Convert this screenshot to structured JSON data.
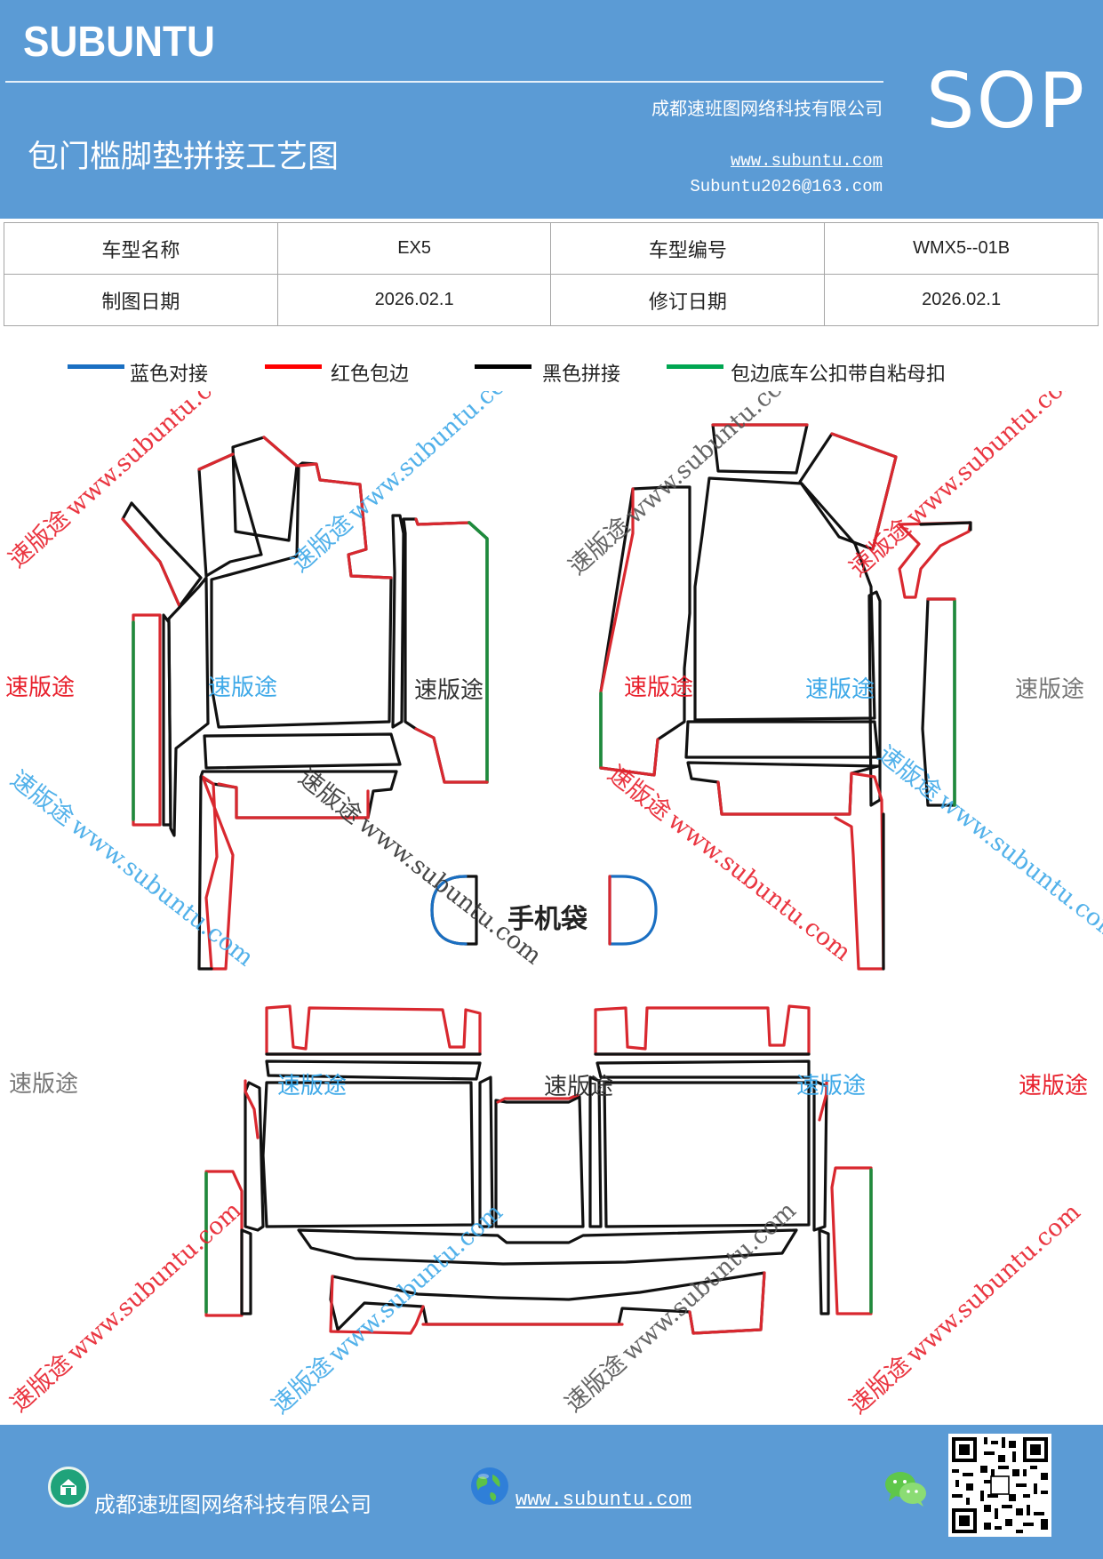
{
  "header": {
    "brand": "SUBUNTU",
    "company": "成都速班图网络科技有限公司",
    "title": "包门槛脚垫拼接工艺图",
    "website": "www.subuntu.com",
    "email": "Subuntu2026@163.com",
    "badge": "SOP"
  },
  "info": {
    "model_name_label": "车型名称",
    "model_name": "EX5",
    "model_code_label": "车型编号",
    "model_code": "WMX5--01B",
    "draw_date_label": "制图日期",
    "draw_date": "2026.02.1",
    "revise_date_label": "修订日期",
    "revise_date": "2026.02.1"
  },
  "legend": [
    {
      "label": "蓝色对接",
      "color": "#1a6fc2"
    },
    {
      "label": "红色包边",
      "color": "#ff0000"
    },
    {
      "label": "黑色拼接",
      "color": "#000000"
    },
    {
      "label": "包边底车公扣带自粘母扣",
      "color": "#00a651"
    }
  ],
  "drawing": {
    "phone_pocket_label": "手机袋",
    "watermark_cn": "速版途",
    "watermark_url": "www.subuntu.com",
    "outline_colors": {
      "black": "#111111",
      "red": "#d9282f",
      "green": "#1e8a3c",
      "blue": "#1a6fc2"
    }
  },
  "footer": {
    "company": "成都速班图网络科技有限公司",
    "website": "www.subuntu.com ",
    "home_icon": "home-icon",
    "globe_icon": "globe-icon",
    "wechat_icon": "wechat-icon",
    "qr_icon": "qr-code"
  }
}
